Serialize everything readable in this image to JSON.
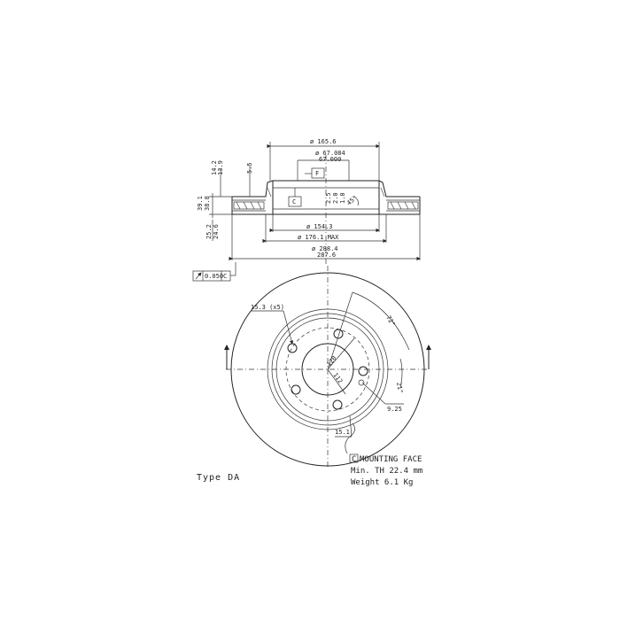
{
  "top_view": {
    "dim_165": "ø 165.6",
    "dim_67a": "ø 67.084",
    "dim_67b": "67.000",
    "datum_f": "F",
    "datum_c": "C",
    "dim_14_2": "14.2",
    "dim_13_9": "13.9",
    "dim_5_5": "5.5",
    "dim_39_1": "39.1",
    "dim_38_8": "38.8",
    "dim_25_2": "25.2",
    "dim_24_6": "24.6",
    "dim_2_5": "2.5",
    "dim_2_0": "2.0",
    "dim_1_0": "1.0",
    "dim_45": "45°",
    "dim_154": "ø 154.3",
    "dim_176": "ø 176.1 MAX",
    "dim_288": "ø 288.4",
    "dim_287": "287.6",
    "runout_value": "0.050",
    "runout_ref": "C"
  },
  "front_view": {
    "bolt_holes": "15.3 (x5)",
    "angle_72": "72°",
    "pcd_120": "120",
    "dim_112": "112",
    "angle_21": "21°",
    "dim_9_25": "9.25",
    "dim_15_1": "15.1"
  },
  "notes": {
    "mounting_ref": "C",
    "mounting_face": "MOUNTING FACE",
    "min_th": "Min. TH 22.4 mm",
    "weight": "Weight 6.1  Kg",
    "type": "Type DA"
  }
}
